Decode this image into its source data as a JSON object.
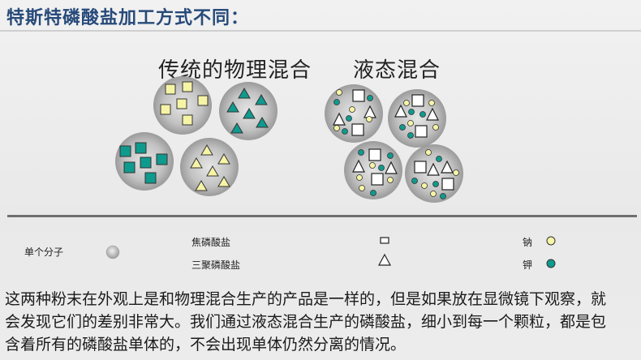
{
  "title": "特斯特磷酸盐加工方式不同：",
  "headings": {
    "physical_mix": "传统的物理混合",
    "liquid_mix": "液态混合"
  },
  "legend": {
    "single_molecule": "单个分子",
    "pyrophosphate": "焦磷酸盐",
    "tripolyphosphate": "三聚磷酸盐",
    "sodium": "钠",
    "potassium": "钾"
  },
  "colors": {
    "title": "#274a7a",
    "yellow_fill": "#f6f4a6",
    "teal_fill": "#0f9a8e",
    "circle_fill": "#b5b5b5",
    "divider": "#6f6f6f"
  },
  "body_text": {
    "line1": "这两种粉末在外观上是和物理混合生产的产品是一样的，但是如果放在显微镜下观察，就",
    "line2": "会发现它们的差别非常大。我们通过液态混合生产的磷酸盐，细小到每一个颗粒，都是包",
    "line3": "含着所有的磷酸盐单体的，不会出现单体仍然分离的情况。"
  }
}
